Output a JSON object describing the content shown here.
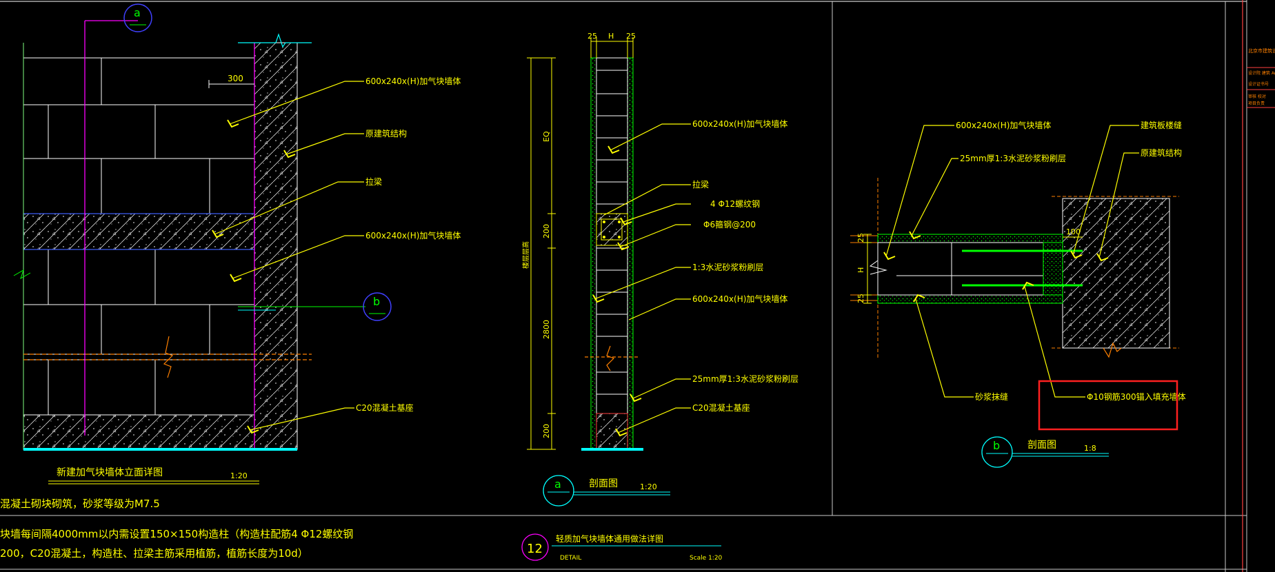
{
  "panel_a": {
    "title": "新建加气块墙体立面详图",
    "scale": "1:20",
    "dim_top": "300",
    "labels": {
      "block_top": "600x240x(H)加气块墙体",
      "original_structure": "原建筑结构",
      "tie_beam": "拉梁",
      "block_mid": "600x240x(H)加气块墙体",
      "base": "C20混凝土基座"
    },
    "axis_a": "a",
    "axis_b": "b"
  },
  "panel_b": {
    "title": "剖面图",
    "scale": "1:20",
    "badge": "a",
    "dim_top": [
      "25",
      "H",
      "25"
    ],
    "dim_vertical": [
      "EQ",
      "200",
      "2800",
      "200"
    ],
    "dim_side": "楼层层高",
    "labels": {
      "block": "600x240x(H)加气块墙体",
      "tie_beam": "拉梁",
      "rebar": "4 Φ12螺纹钢",
      "stirrup": "Φ6箍钢@200",
      "mortar": "1:3水泥砂浆粉刷层",
      "block2": "600x240x(H)加气块墙体",
      "mortar25": "25mm厚1:3水泥砂浆粉刷层",
      "base": "C20混凝土基座"
    }
  },
  "panel_c": {
    "title": "剖面图",
    "scale": "1:8",
    "badge": "b",
    "dim_left": [
      "25",
      "H",
      "25"
    ],
    "dim_top": "100",
    "labels": {
      "block": "600x240x(H)加气块墙体",
      "mortar25": "25mm厚1:3水泥砂浆粉刷层",
      "slab": "建筑板楼缝",
      "original_structure": "原建筑结构",
      "mortar_joint": "砂浆抹缝",
      "anchor_rebar": "Φ10钢筋300锚入填充墙体"
    }
  },
  "notes": {
    "line1": "混凝土砌块砌筑，砂浆等级为M7.5",
    "line2": "块墙每间隔4000mm以内需设置150×150构造柱（构造柱配筋4 Φ12螺纹钢",
    "line3": "200，C20混凝土，构造柱、拉梁主筋采用植筋，植筋长度为10d）"
  },
  "sheet": {
    "number": "12",
    "title": "轻质加气块墙体通用做法详图",
    "detail": "DETAIL",
    "scale": "Scale 1:20"
  },
  "titleblock": {
    "line1": "北京市建筑设计",
    "line2": "设计院 建筑 Arch",
    "line3": "设计证书号",
    "line4": "审核 校对",
    "line5": "项目负责"
  },
  "colors": {
    "yellow": "#ffff00",
    "cyan": "#00ffff",
    "magenta": "#ff00ff",
    "green": "#00ff00",
    "orange": "#ff8000",
    "white": "#ffffff",
    "red": "#ff2020",
    "blue": "#4060ff"
  }
}
